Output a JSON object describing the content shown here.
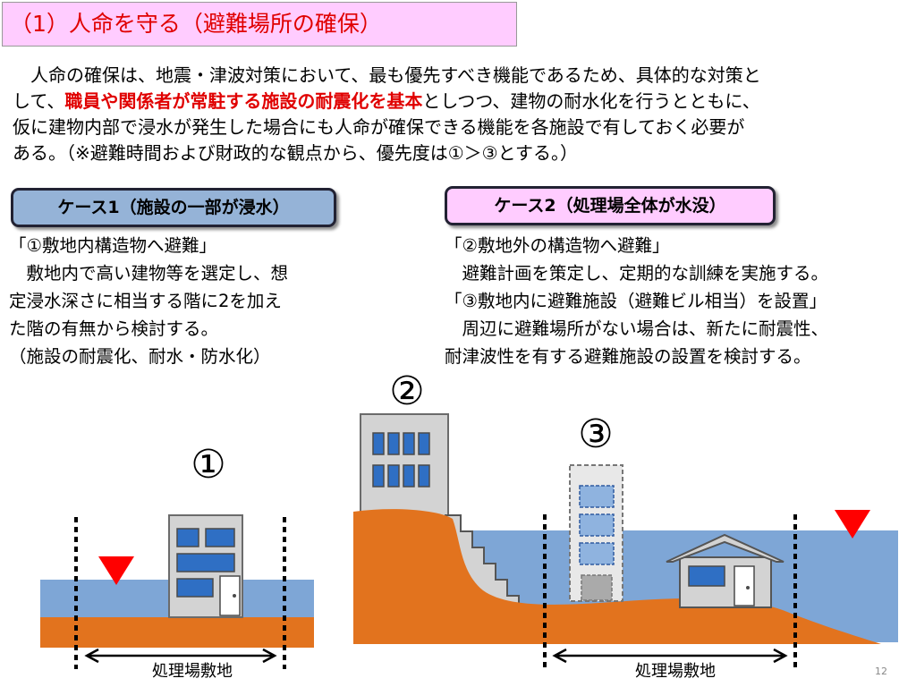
{
  "title": "（1）人命を守る（避難場所の確保）",
  "intro": {
    "line1": "人命の確保は、地震・津波対策において、最も優先すべき機能であるため、具体的な対策と",
    "line2_pre": "して、",
    "line2_emph": "職員や関係者が常駐する施設の耐震化を基本",
    "line2_post": "としつつ、建物の耐水化を行うとともに、",
    "line3": "仮に建物内部で浸水が発生した場合にも人命が確保できる機能を各施設で有しておく必要が",
    "line4": "ある。（※避難時間および財政的な観点から、優先度は①＞③とする。）"
  },
  "case1": {
    "tag": "ケース1（施設の一部が浸水）",
    "heading": "「①敷地内構造物へ避難」",
    "lines": [
      "　敷地内で高い建物等を選定し、想",
      "定浸水深さに相当する階に2を加え",
      "た階の有無から検討する。",
      "（施設の耐震化、耐水・防水化）"
    ]
  },
  "case2": {
    "tag": "ケース2（処理場全体が水没）",
    "heading1": "「②敷地外の構造物へ避難」",
    "line1": "　避難計画を策定し、定期的な訓練を実施する。",
    "heading2": "「③敷地内に避難施設（避難ビル相当）を設置」",
    "line2": "　周辺に避難場所がない場合は、新たに耐震性、",
    "line3": "耐津波性を有する避難施設の設置を検討する。"
  },
  "diagram": {
    "marker1": "①",
    "marker2": "②",
    "marker3": "③",
    "site_label_left": "処理場敷地",
    "site_label_right": "処理場敷地"
  },
  "colors": {
    "water": "#7ea6d6",
    "ground": "#e2731e",
    "building": "#d3d3d3",
    "window": "#2f6fc4",
    "warning": "#ff0000",
    "title_bg": "#ffccff",
    "case1_bg": "#95b3d7"
  },
  "page_number": "12"
}
